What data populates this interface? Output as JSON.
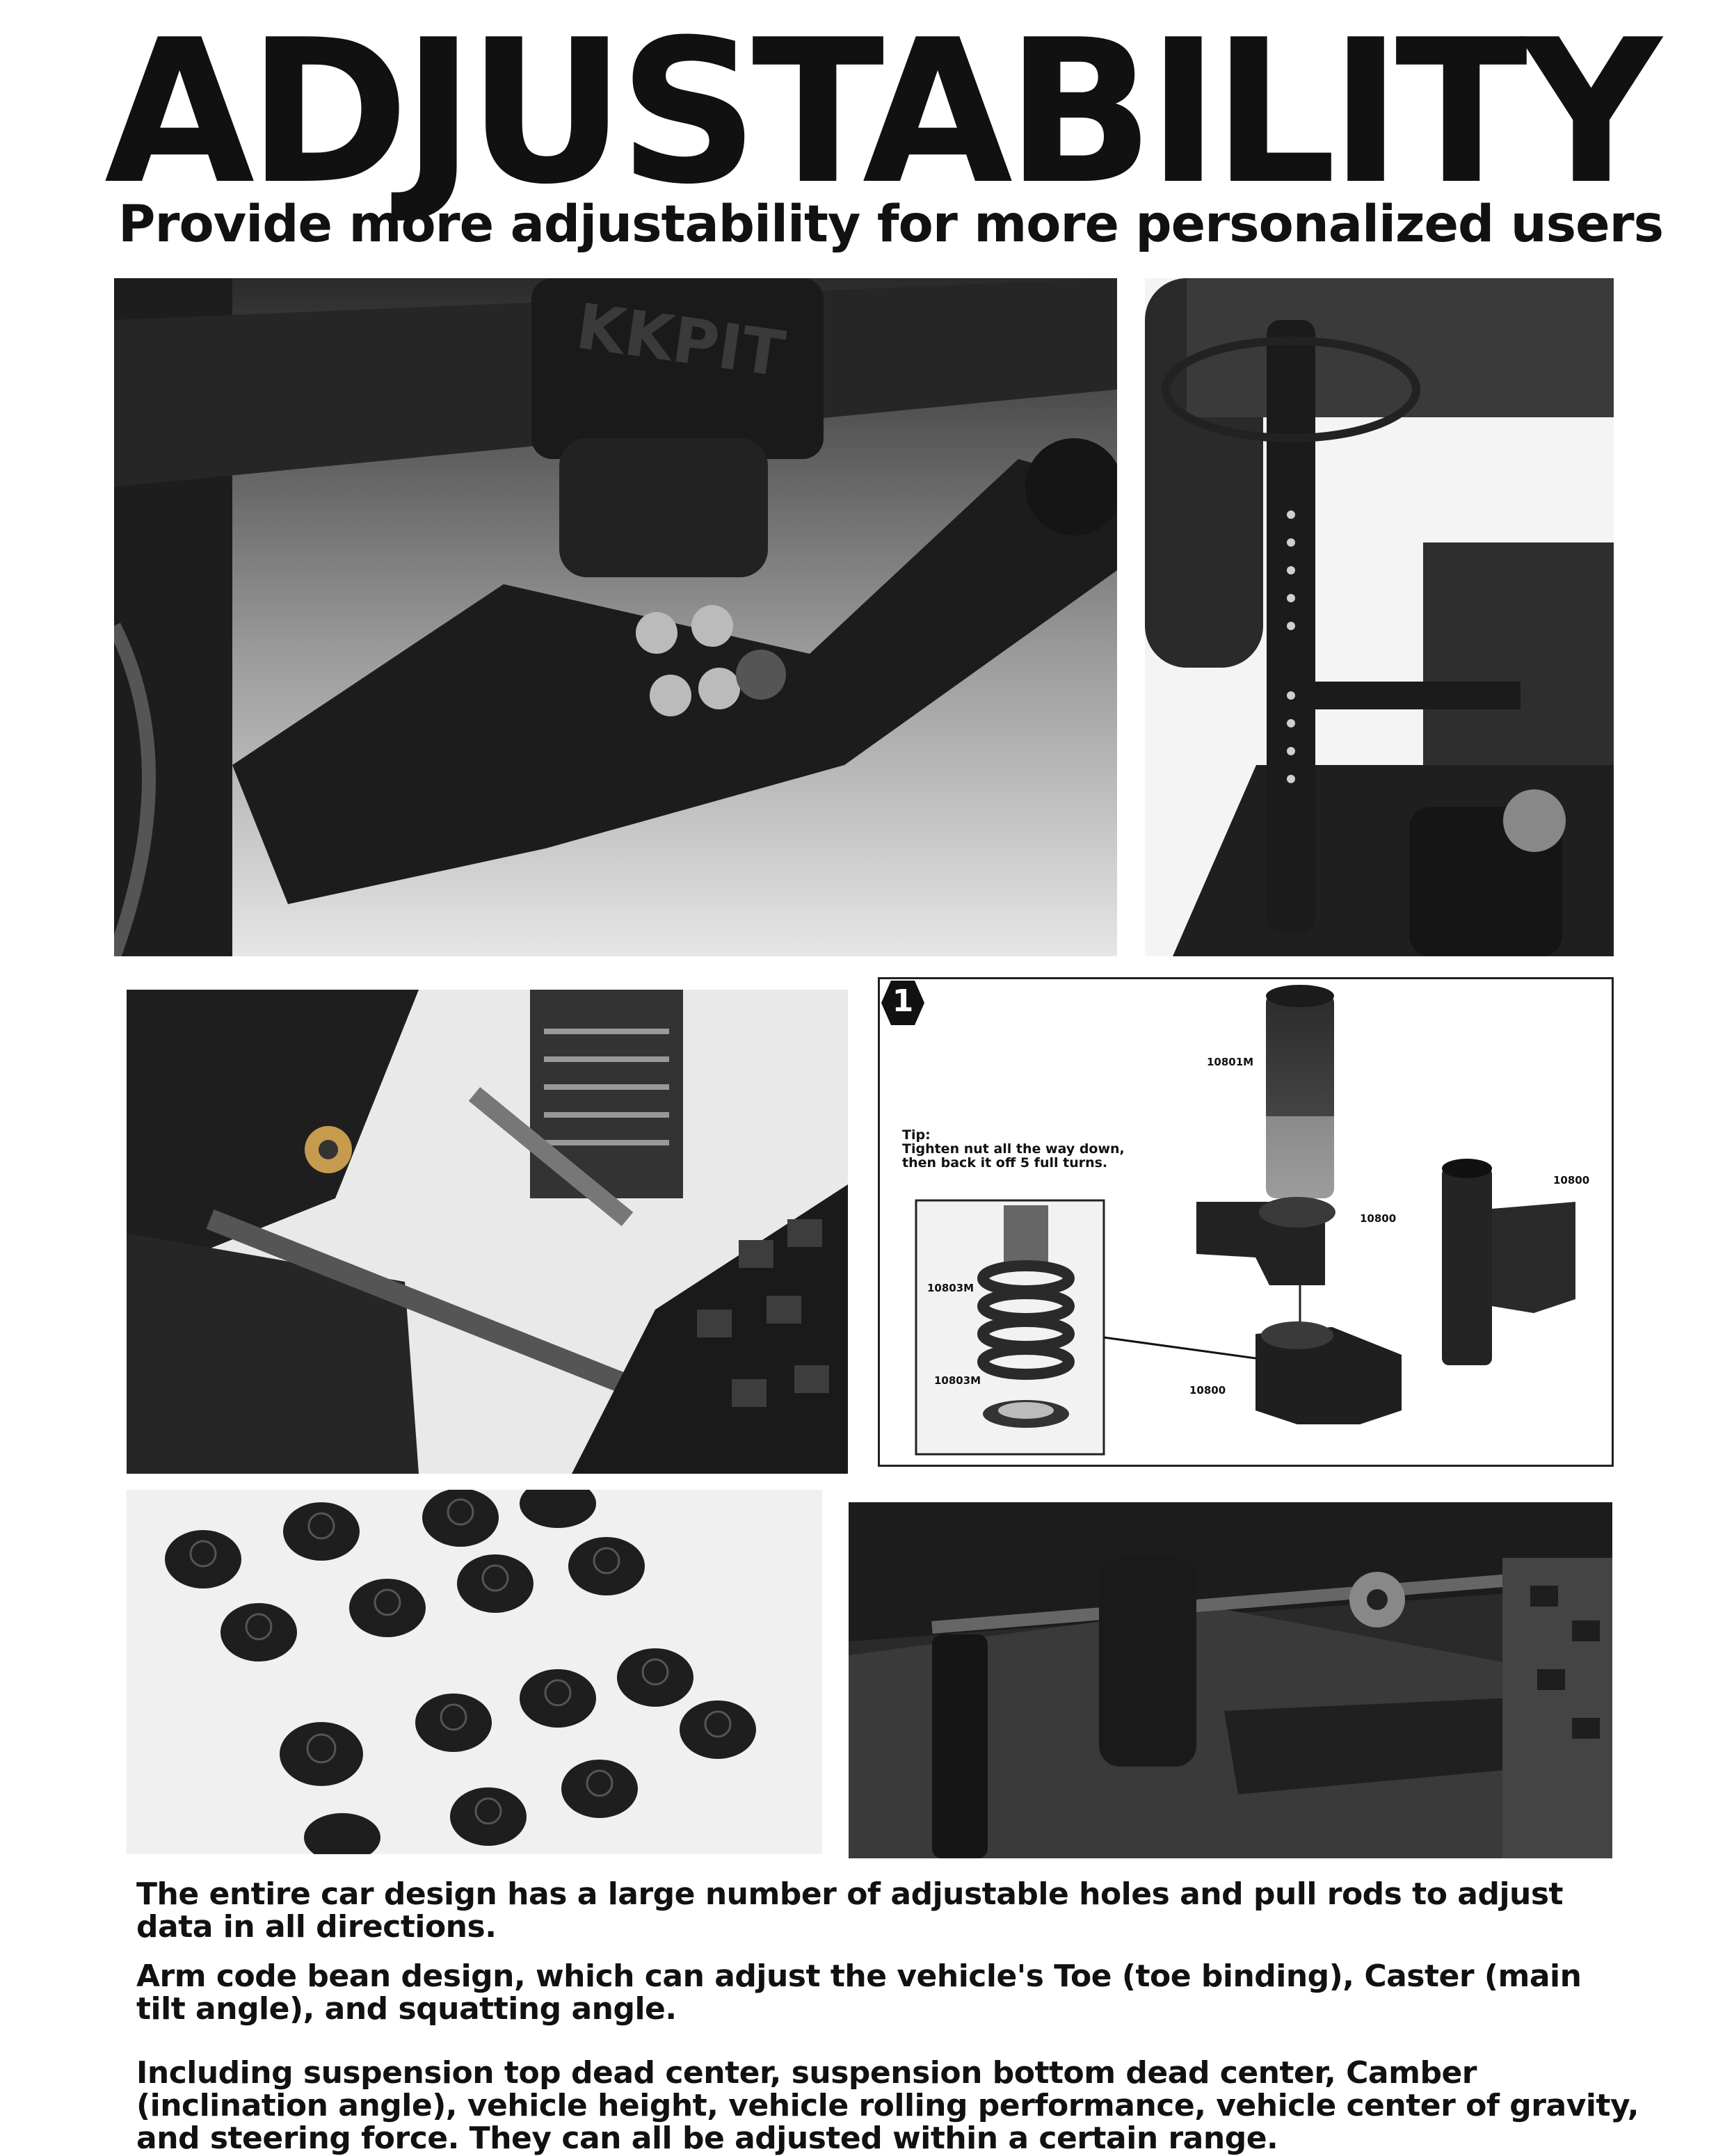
{
  "header": {
    "title": "ADJUSTABILITY",
    "subtitle": "Provide more adjustability for more personalized users"
  },
  "photos": {
    "shock_mount_brand": "KKPIT"
  },
  "diagram": {
    "step_number": "1",
    "tip_title": "Tip:",
    "tip_line1": "Tighten nut all the way down,",
    "tip_line2": "then back it off 5 full turns.",
    "part_labels": {
      "shock_body": "10801M",
      "hub_top": "10800",
      "hub_side": "10800",
      "hub_bottom": "10800",
      "spring": "10803M",
      "collar": "10803M"
    }
  },
  "description": {
    "paragraph1": "The entire car design has a large number of adjustable holes and pull rods to adjust data in all directions.",
    "paragraph2": "Arm code bean design, which can adjust the vehicle's Toe (toe binding), Caster (main tilt angle), and squatting angle.",
    "paragraph3": "Including suspension top dead center, suspension bottom dead center, Camber (inclination angle), vehicle height, vehicle rolling performance, vehicle center of gravity, and steering force. They can all be adjusted within a certain range."
  },
  "colors": {
    "text": "#111111",
    "background": "#ffffff",
    "photo_dark": "#1c1c1c",
    "photo_light": "#e8e8e8"
  }
}
